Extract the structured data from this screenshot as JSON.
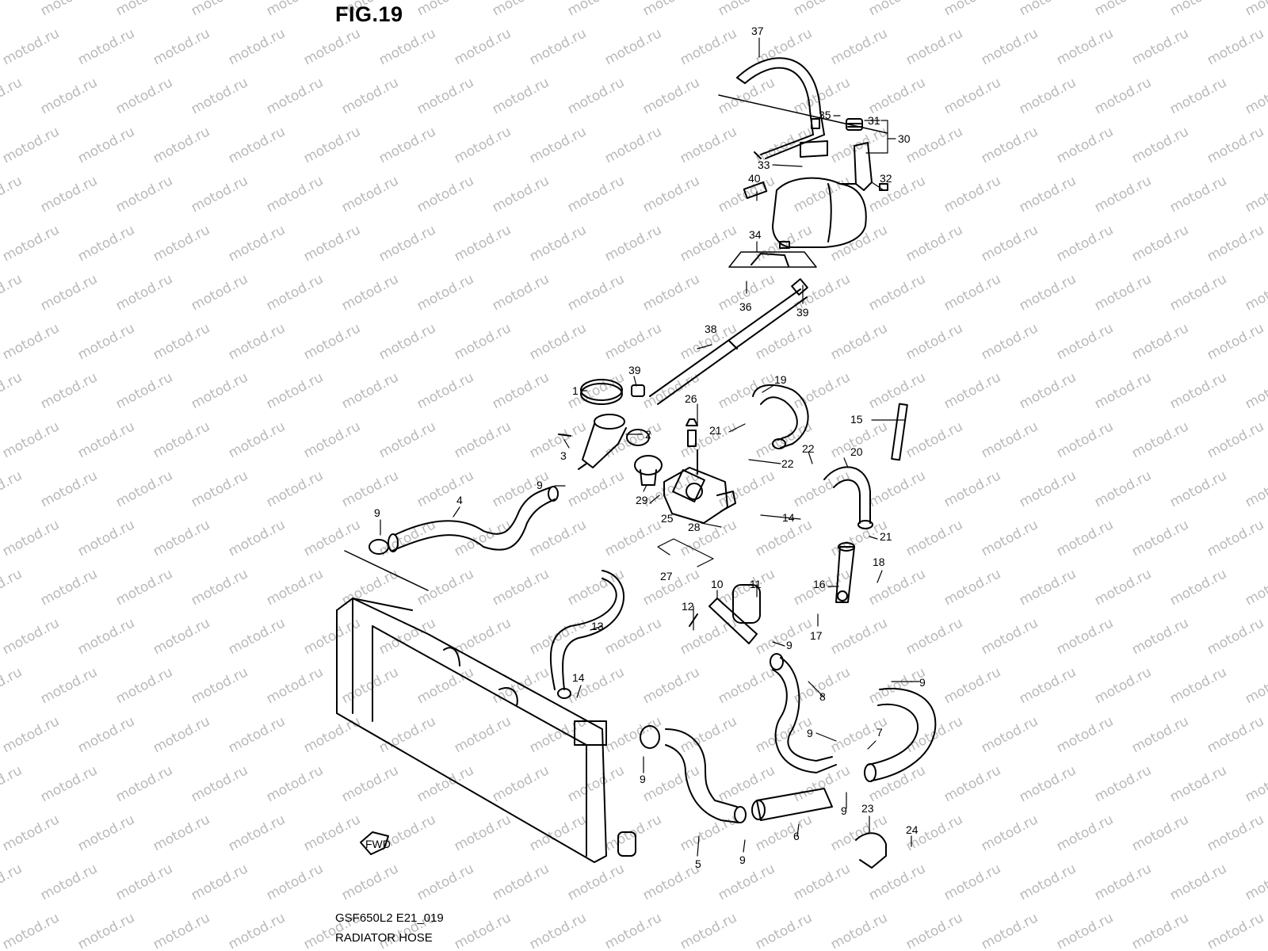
{
  "figure": {
    "title": "FIG.19",
    "code": "GSF650L2 E21_019",
    "name": "RADIATOR HOSE",
    "watermark": "motod.ru",
    "fwd_label": "FWD"
  },
  "parts": [
    {
      "ref": "1",
      "label": "1"
    },
    {
      "ref": "2",
      "label": "2"
    },
    {
      "ref": "3",
      "label": "3"
    },
    {
      "ref": "4",
      "label": "4"
    },
    {
      "ref": "5",
      "label": "5"
    },
    {
      "ref": "6",
      "label": "6"
    },
    {
      "ref": "7",
      "label": "7"
    },
    {
      "ref": "8",
      "label": "8"
    },
    {
      "ref": "9",
      "label": "9"
    },
    {
      "ref": "10",
      "label": "10"
    },
    {
      "ref": "11",
      "label": "11"
    },
    {
      "ref": "12",
      "label": "12"
    },
    {
      "ref": "13",
      "label": "13"
    },
    {
      "ref": "14",
      "label": "14"
    },
    {
      "ref": "15",
      "label": "15"
    },
    {
      "ref": "16",
      "label": "16"
    },
    {
      "ref": "17",
      "label": "17"
    },
    {
      "ref": "18",
      "label": "18"
    },
    {
      "ref": "19",
      "label": "19"
    },
    {
      "ref": "20",
      "label": "20"
    },
    {
      "ref": "21",
      "label": "21"
    },
    {
      "ref": "22",
      "label": "22"
    },
    {
      "ref": "23",
      "label": "23"
    },
    {
      "ref": "24",
      "label": "24"
    },
    {
      "ref": "25",
      "label": "25"
    },
    {
      "ref": "26",
      "label": "26"
    },
    {
      "ref": "27",
      "label": "27"
    },
    {
      "ref": "28",
      "label": "28"
    },
    {
      "ref": "29",
      "label": "29"
    },
    {
      "ref": "30",
      "label": "30"
    },
    {
      "ref": "31",
      "label": "31"
    },
    {
      "ref": "32",
      "label": "32"
    },
    {
      "ref": "33",
      "label": "33"
    },
    {
      "ref": "34",
      "label": "34"
    },
    {
      "ref": "35",
      "label": "35"
    },
    {
      "ref": "36",
      "label": "36"
    },
    {
      "ref": "37",
      "label": "37"
    },
    {
      "ref": "38",
      "label": "38"
    },
    {
      "ref": "39",
      "label": "39"
    },
    {
      "ref": "40",
      "label": "40"
    }
  ],
  "colors": {
    "line": "#000000",
    "watermark": "#b9b9b9",
    "background": "#ffffff"
  }
}
